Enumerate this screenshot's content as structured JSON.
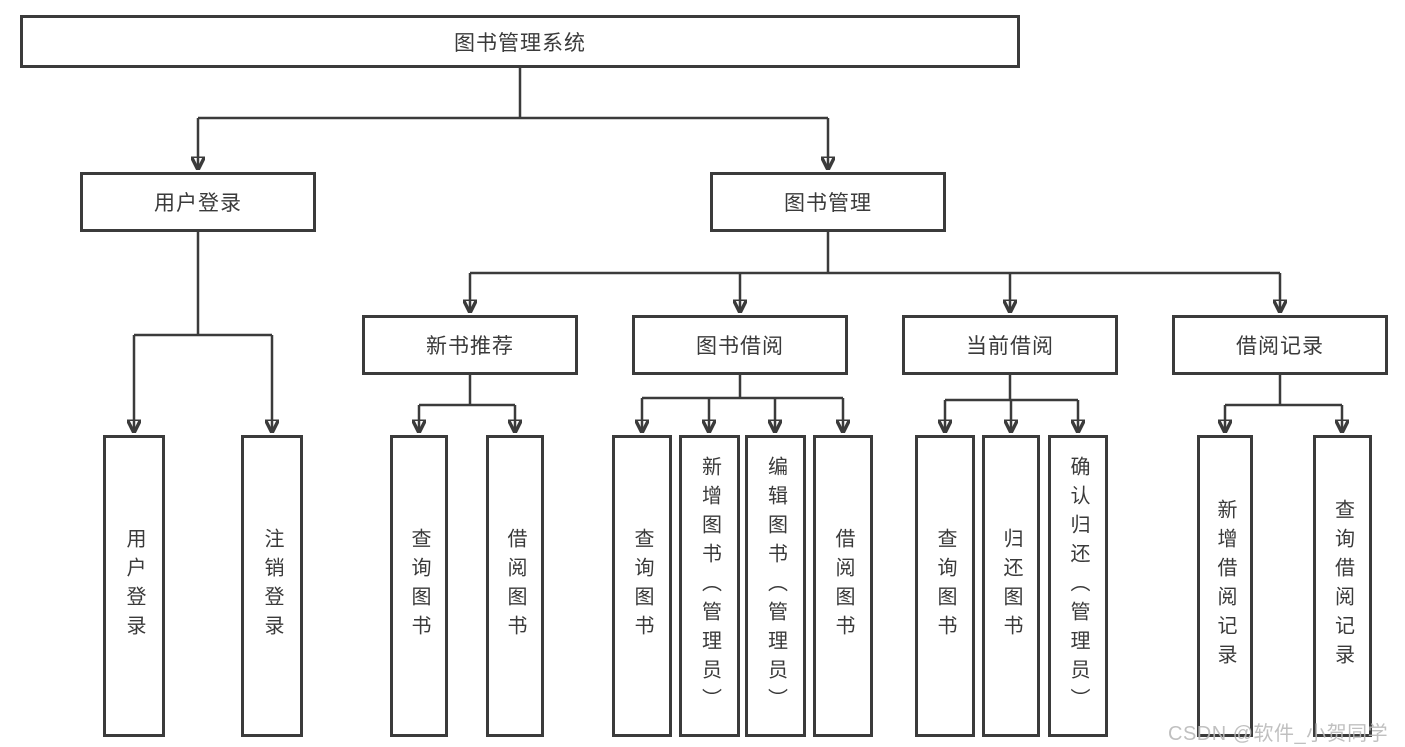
{
  "watermark": {
    "text": "CSDN @软件_小贺同学"
  },
  "colors": {
    "line": "#3b3b3b",
    "box_border": "#3b3b3b",
    "box_fill": "#ffffff",
    "text": "#3a3a3a",
    "watermark": "#b9b9b9"
  },
  "tree": {
    "label": "图书管理系统",
    "children": [
      {
        "label": "用户登录",
        "children": [
          {
            "label": "用户登录"
          },
          {
            "label": "注销登录"
          }
        ]
      },
      {
        "label": "图书管理",
        "children": [
          {
            "label": "新书推荐",
            "children": [
              {
                "label": "查询图书"
              },
              {
                "label": "借阅图书"
              }
            ]
          },
          {
            "label": "图书借阅",
            "children": [
              {
                "label": "查询图书"
              },
              {
                "label": "新增图书（管理员）"
              },
              {
                "label": "编辑图书（管理员）"
              },
              {
                "label": "借阅图书"
              }
            ]
          },
          {
            "label": "当前借阅",
            "children": [
              {
                "label": "查询图书"
              },
              {
                "label": "归还图书"
              },
              {
                "label": "确认归还（管理员）"
              }
            ]
          },
          {
            "label": "借阅记录",
            "children": [
              {
                "label": "新增借阅记录"
              },
              {
                "label": "查询借阅记录"
              }
            ]
          }
        ]
      }
    ]
  }
}
